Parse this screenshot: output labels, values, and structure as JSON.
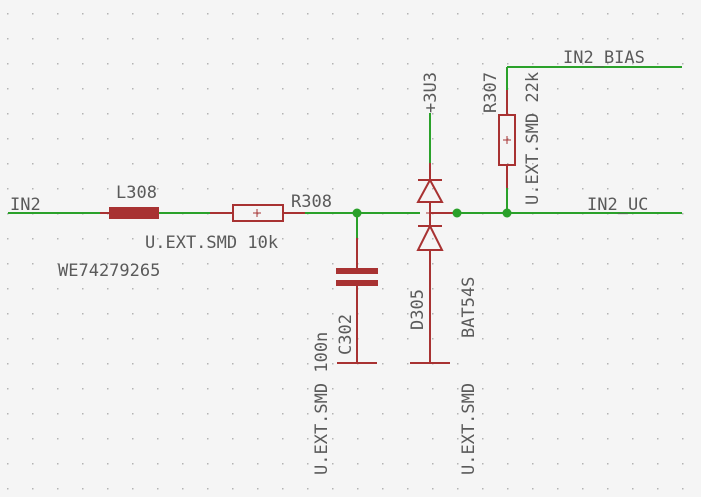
{
  "schematic": {
    "nets": {
      "in2": "IN2",
      "in2_bias": "IN2_BIAS",
      "in2_uc": "IN2_UC",
      "supply": "+3U3"
    },
    "components": {
      "l308": {
        "ref": "L308",
        "value": "WE74279265"
      },
      "r308": {
        "ref": "R308",
        "value": "U.EXT.SMD 10k"
      },
      "r307": {
        "ref": "R307",
        "value": "U.EXT.SMD 22k"
      },
      "c302": {
        "ref": "C302",
        "value": "U.EXT.SMD 100n"
      },
      "d305": {
        "ref": "D305",
        "value": "BAT54S"
      },
      "d305_package": {
        "value": "U.EXT.SMD"
      }
    },
    "colors": {
      "background": "#f5f5f5",
      "grid_dot": "#b4b4b4",
      "wire": "#2aa12a",
      "part": "#a83232",
      "text": "#5a5a5a"
    }
  }
}
